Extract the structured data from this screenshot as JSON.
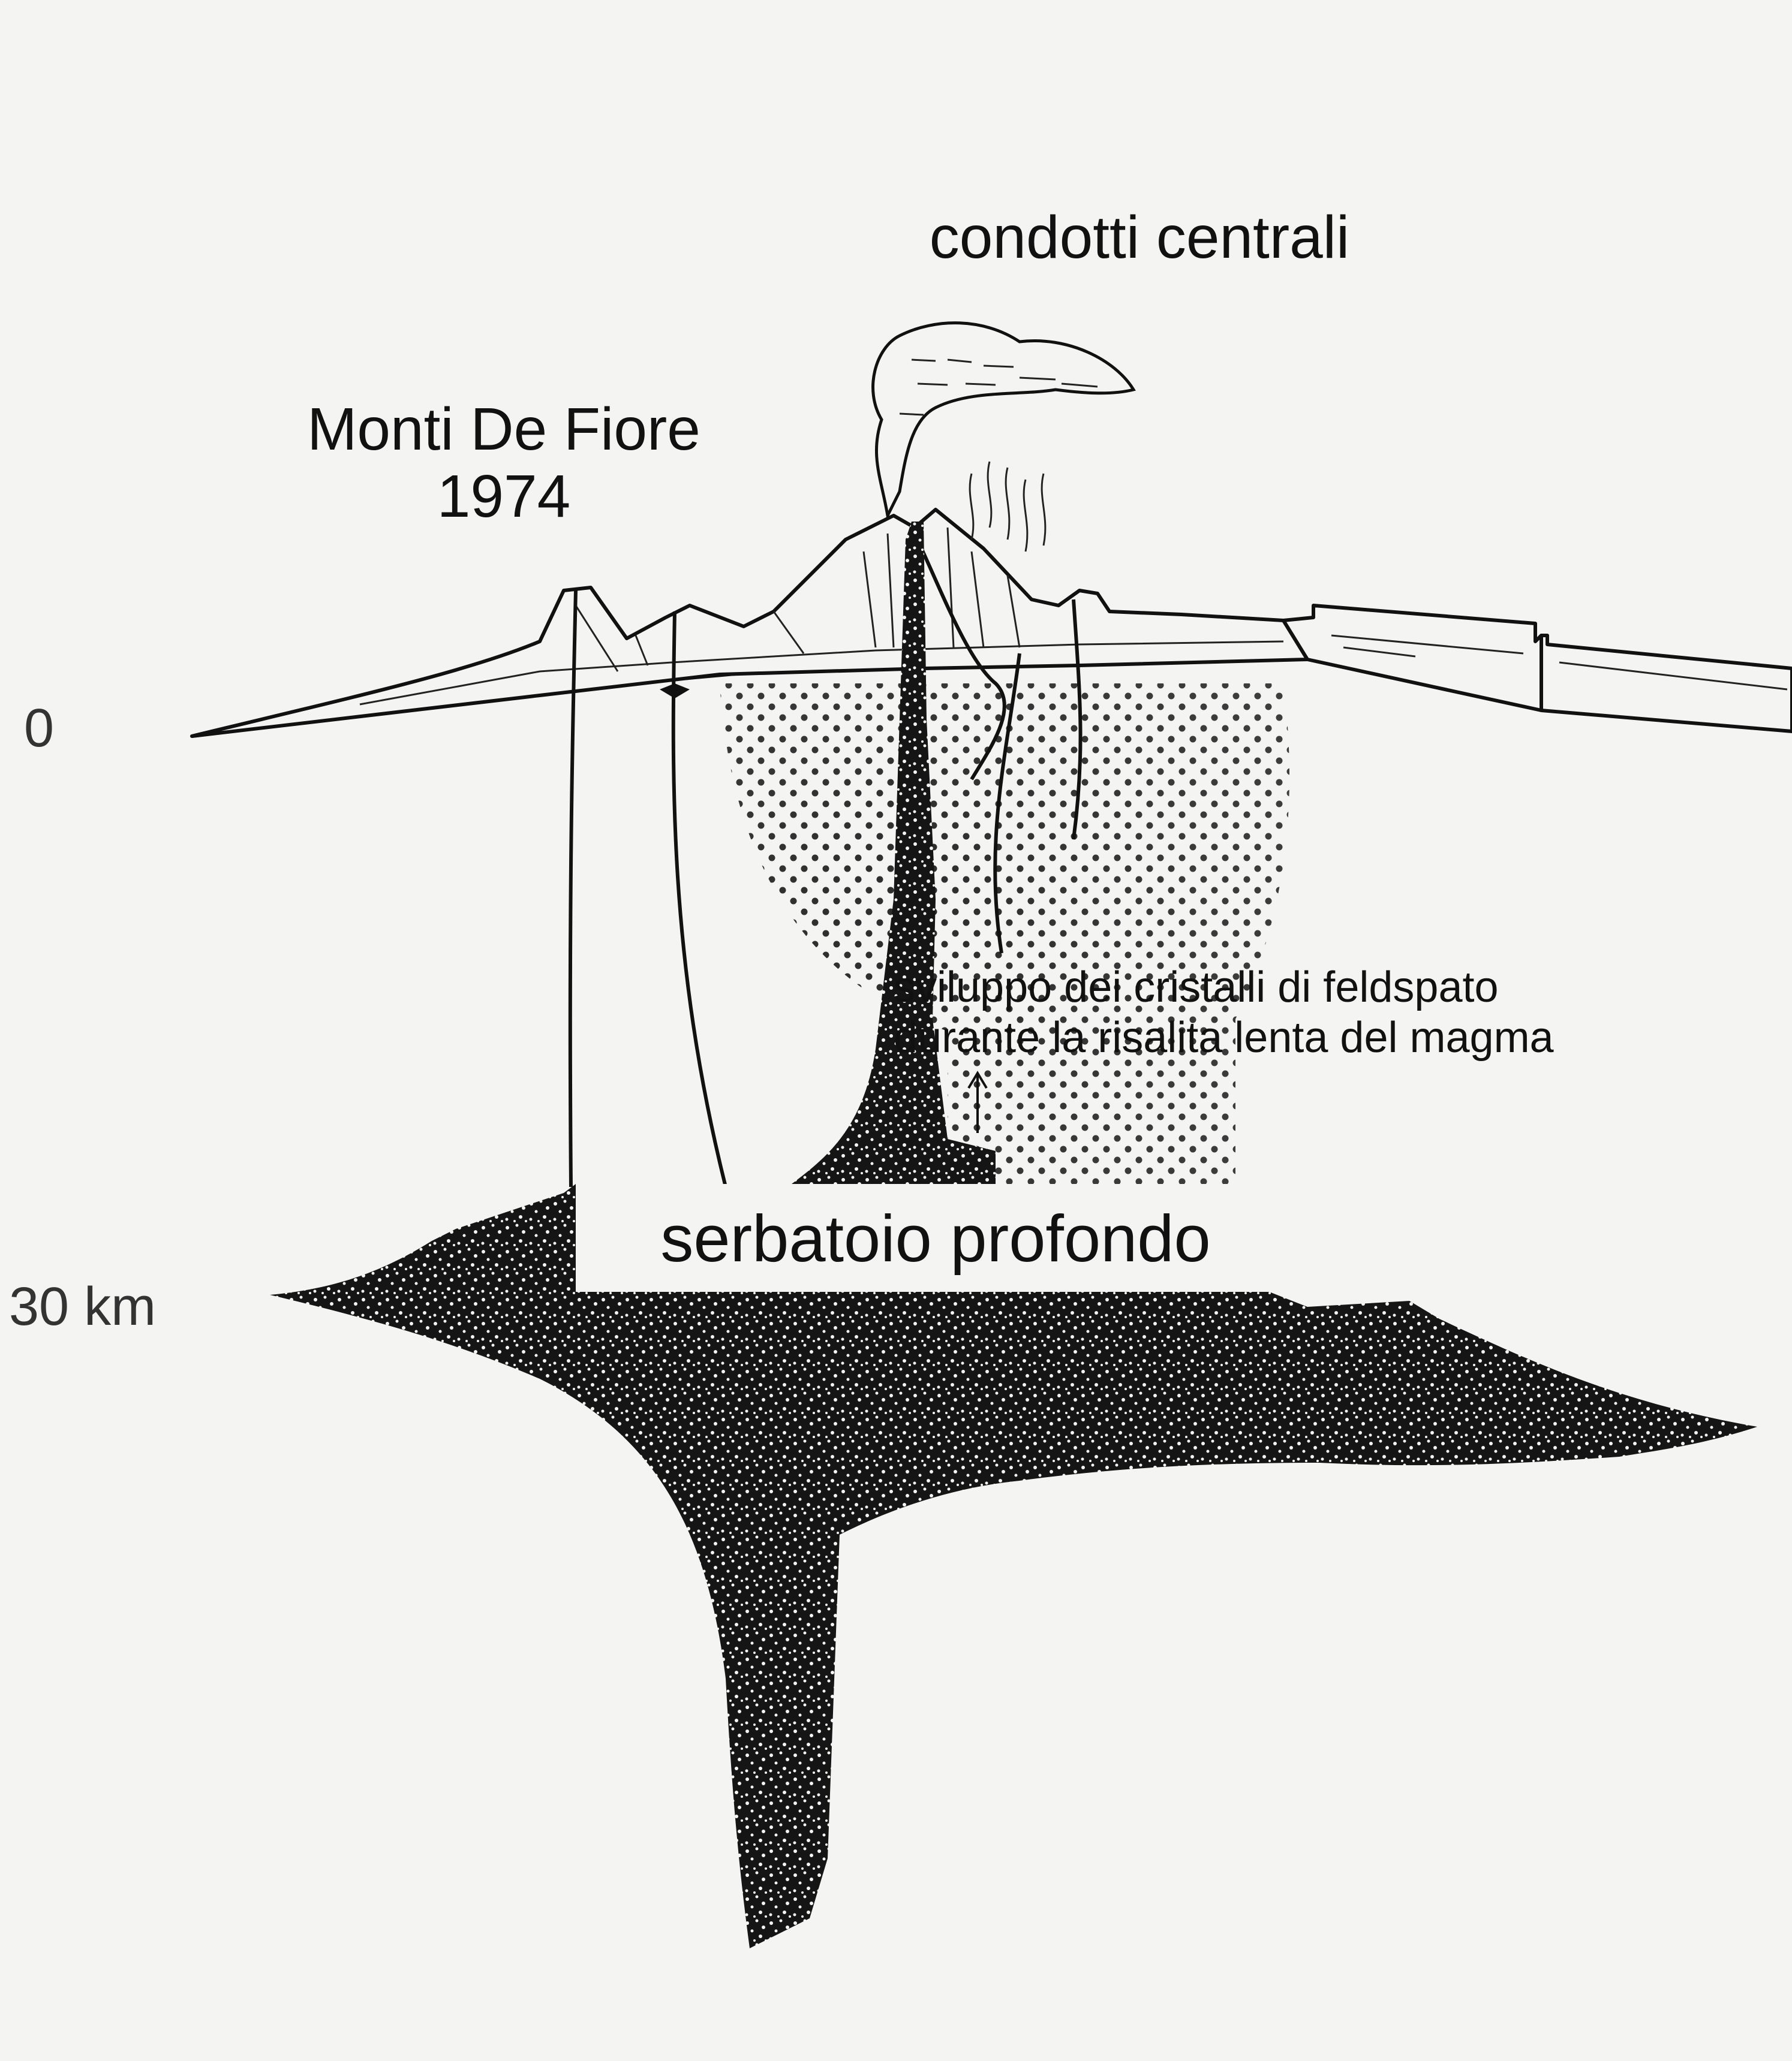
{
  "labels": {
    "central_conduits": "condotti centrali",
    "side_vents": [
      "Monti De Fiore",
      "1974"
    ],
    "depth_top": "0",
    "depth_bottom": "30 km",
    "crystal_note": [
      "sviluppo dei cristalli di feldspato",
      "durante la risalita lenta del magma"
    ],
    "deep_reservoir": "serbatoio profondo"
  },
  "colors": {
    "background": "#f4f4f2",
    "ink": "#111111",
    "magma_stipple": "#151515"
  }
}
